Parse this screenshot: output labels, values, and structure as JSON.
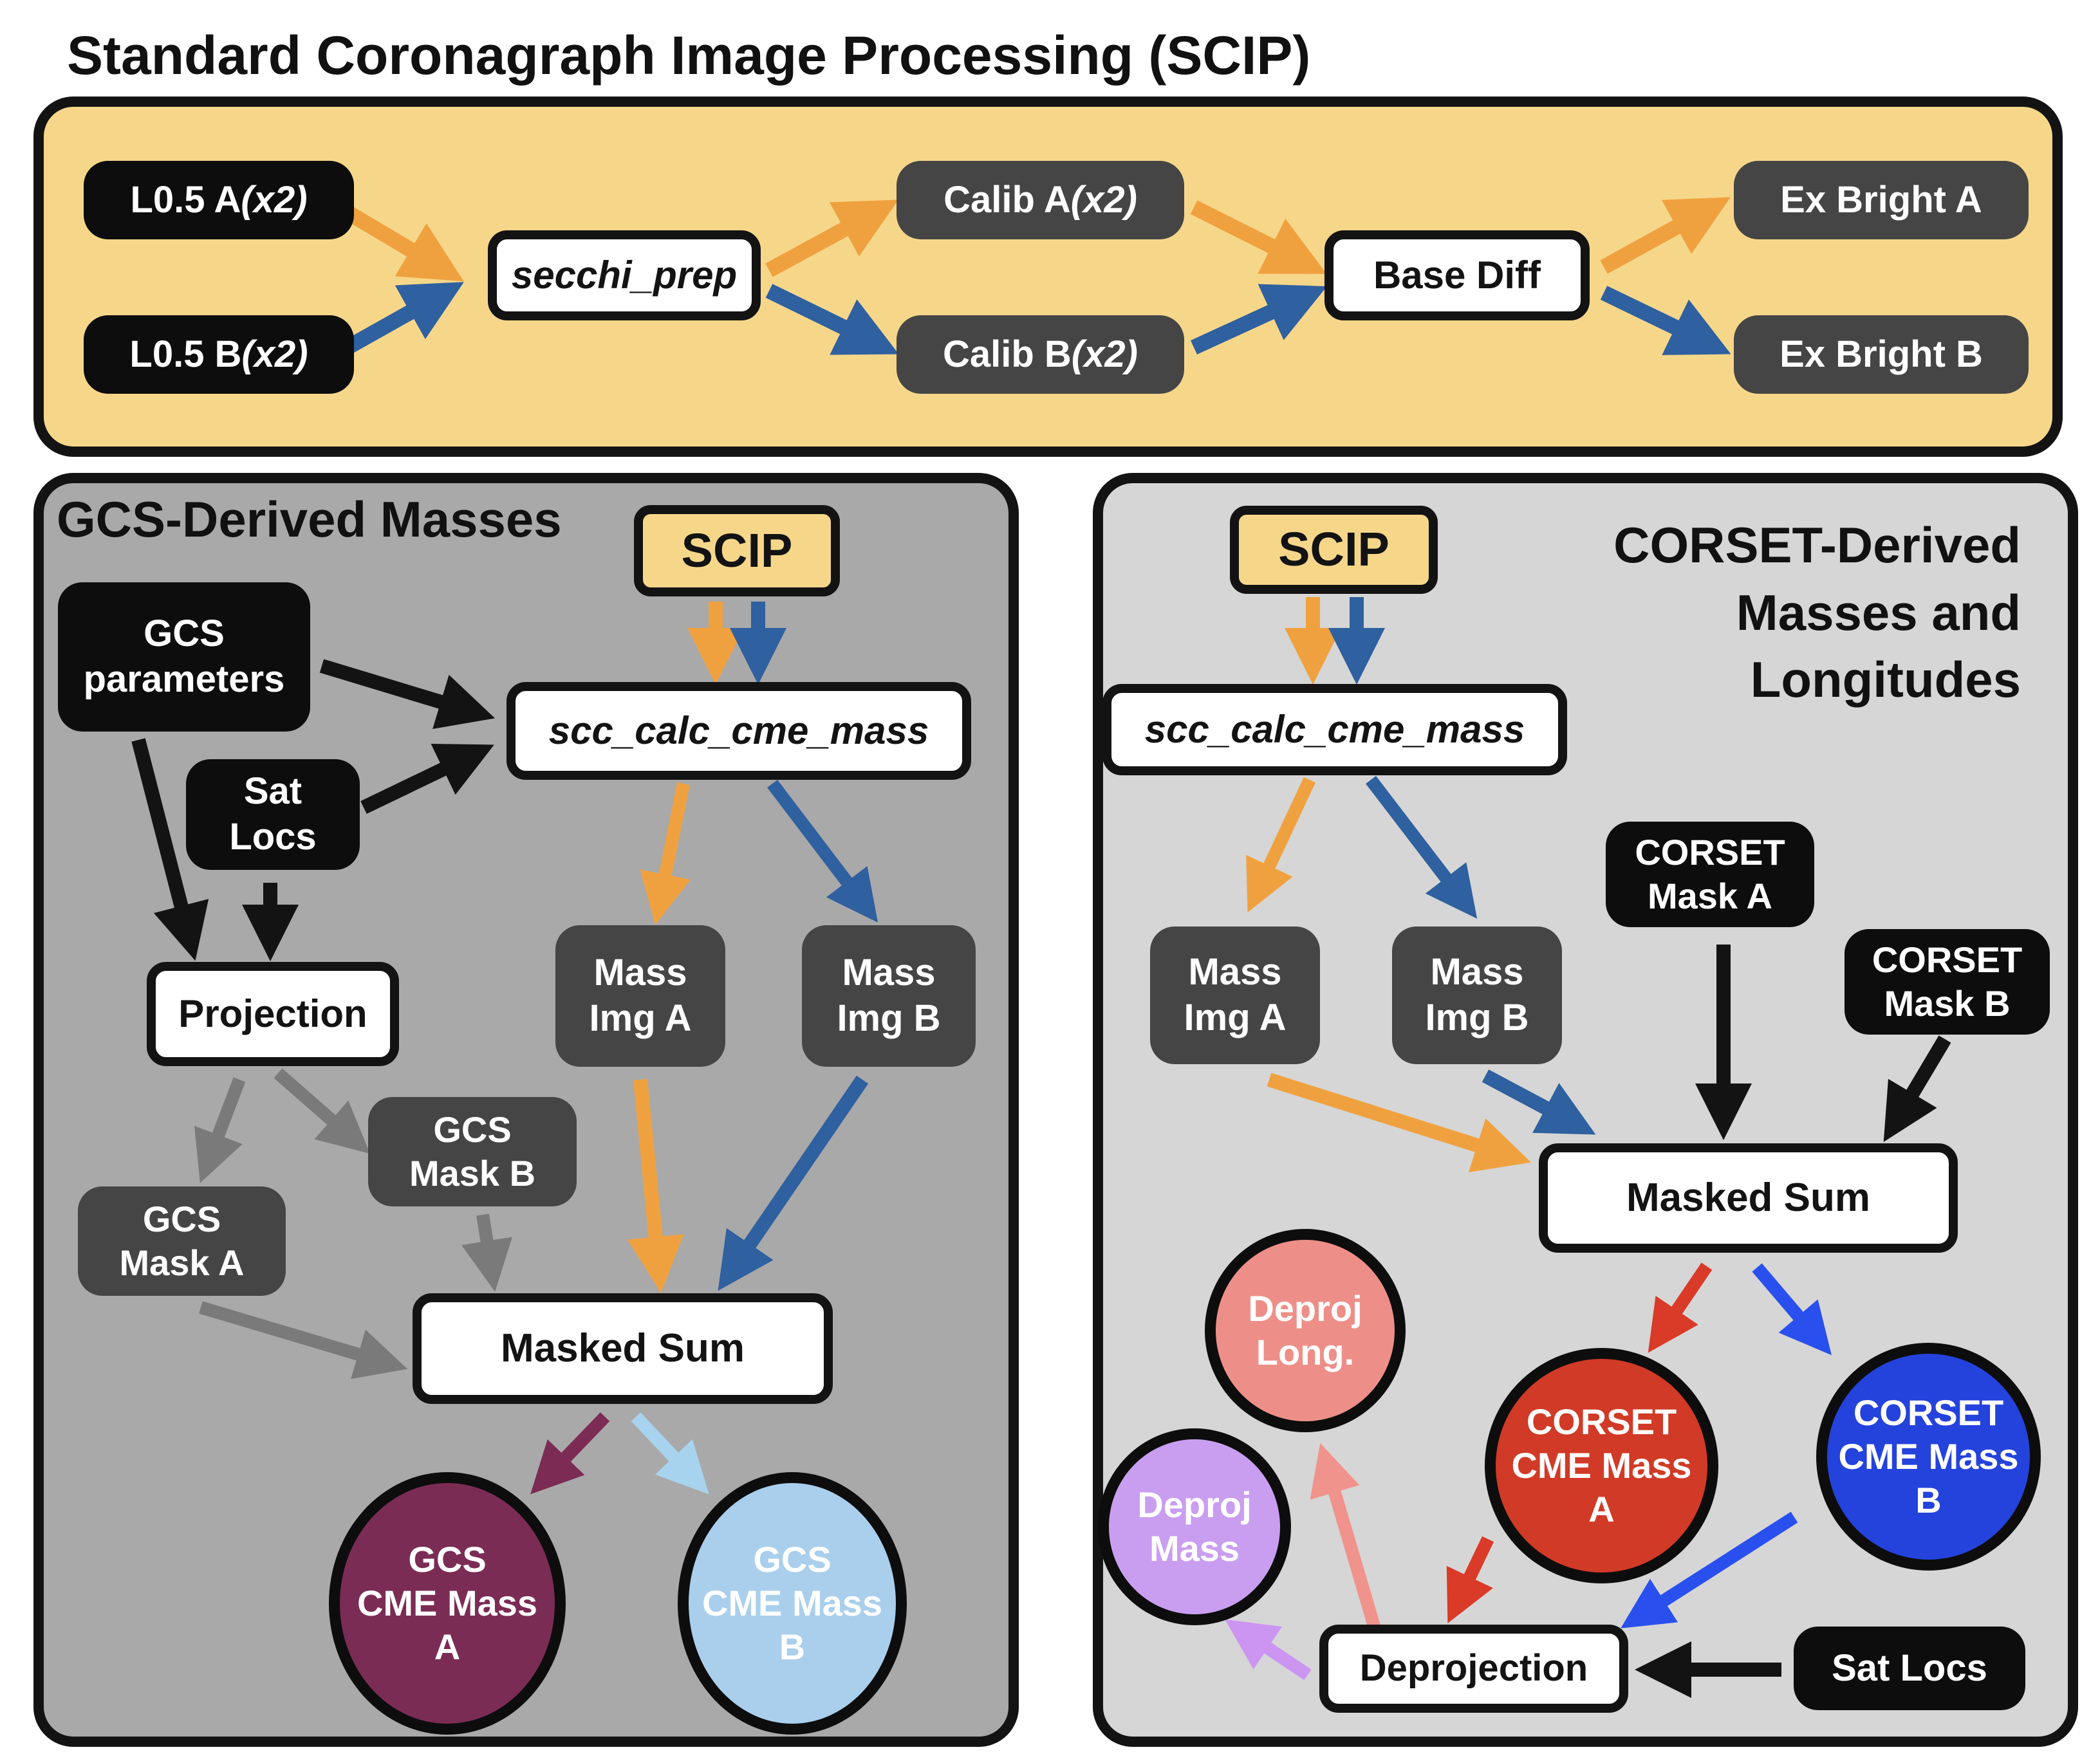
{
  "title": "Standard Coronagraph Image Processing (SCIP)",
  "palette": {
    "top_panel_bg": "#F6D78A",
    "left_panel_bg": "#A9A9A9",
    "right_panel_bg": "#D6D6D6",
    "black_box": "#0d0d0d",
    "dark_box": "#454545",
    "scip_yellow": "#F6D78A",
    "arrow_colors": {
      "orange": "#F0A13F",
      "steelblue": "#2F609F",
      "black": "#131313",
      "gray": "#7a7a7a",
      "maroon": "#7C2B55",
      "lightblue": "#A8D3EE",
      "red": "#DA3A28",
      "vividblue": "#2950EE",
      "salmon": "#F0938C",
      "purple": "#CC95F2"
    },
    "gcs_cme_a_fill": "#7B2C55",
    "gcs_cme_b_fill": "#A9CFEC",
    "deproj_long_fill": "#ED8F88",
    "corset_cme_a_fill": "#D13A26",
    "corset_cme_b_fill": "#2443DC",
    "deproj_mass_fill": "#C99EF0"
  },
  "top_panel": {
    "l05a_main": "L0.5 A ",
    "l05a_x2": "(x2)",
    "l05b_main": "L0.5 B ",
    "l05b_x2": "(x2)",
    "secchi_prep": "secchi_prep",
    "calib_a_main": "Calib A ",
    "calib_a_x2": "(x2)",
    "calib_b_main": "Calib B ",
    "calib_b_x2": "(x2)",
    "base_diff": "Base Diff",
    "ex_bright_a": "Ex Bright A",
    "ex_bright_b": "Ex Bright B"
  },
  "left_panel": {
    "header": "GCS-Derived Masses",
    "scip": "SCIP",
    "gcs_parameters": {
      "line1": "GCS",
      "line2": "parameters"
    },
    "sat_locs": {
      "line1": "Sat",
      "line2": "Locs"
    },
    "scc_calc_cme_mass": "scc_calc_cme_mass",
    "projection": "Projection",
    "mass_img_a": {
      "line1": "Mass",
      "line2": "Img A"
    },
    "mass_img_b": {
      "line1": "Mass",
      "line2": "Img B"
    },
    "gcs_mask_b": {
      "line1": "GCS",
      "line2": "Mask B"
    },
    "gcs_mask_a": {
      "line1": "GCS",
      "line2": "Mask A"
    },
    "masked_sum": "Masked Sum",
    "gcs_cme_mass_a": {
      "line1": "GCS",
      "line2": "CME Mass",
      "line3": "A"
    },
    "gcs_cme_mass_b": {
      "line1": "GCS",
      "line2": "CME Mass",
      "line3": "B"
    }
  },
  "right_panel": {
    "header": {
      "line1": "CORSET-Derived",
      "line2": "Masses and",
      "line3": "Longitudes"
    },
    "scip": "SCIP",
    "scc_calc_cme_mass": "scc_calc_cme_mass",
    "mass_img_a": {
      "line1": "Mass",
      "line2": "Img A"
    },
    "mass_img_b": {
      "line1": "Mass",
      "line2": "Img B"
    },
    "corset_mask_a": {
      "line1": "CORSET",
      "line2": "Mask A"
    },
    "corset_mask_b": {
      "line1": "CORSET",
      "line2": "Mask B"
    },
    "masked_sum": "Masked Sum",
    "deproj_long": {
      "line1": "Deproj",
      "line2": "Long."
    },
    "corset_cme_mass_a": {
      "line1": "CORSET",
      "line2": "CME Mass",
      "line3": "A"
    },
    "corset_cme_mass_b": {
      "line1": "CORSET",
      "line2": "CME Mass",
      "line3": "B"
    },
    "deproj_mass": {
      "line1": "Deproj",
      "line2": "Mass"
    },
    "deprojection": "Deprojection",
    "sat_locs": "Sat Locs"
  }
}
